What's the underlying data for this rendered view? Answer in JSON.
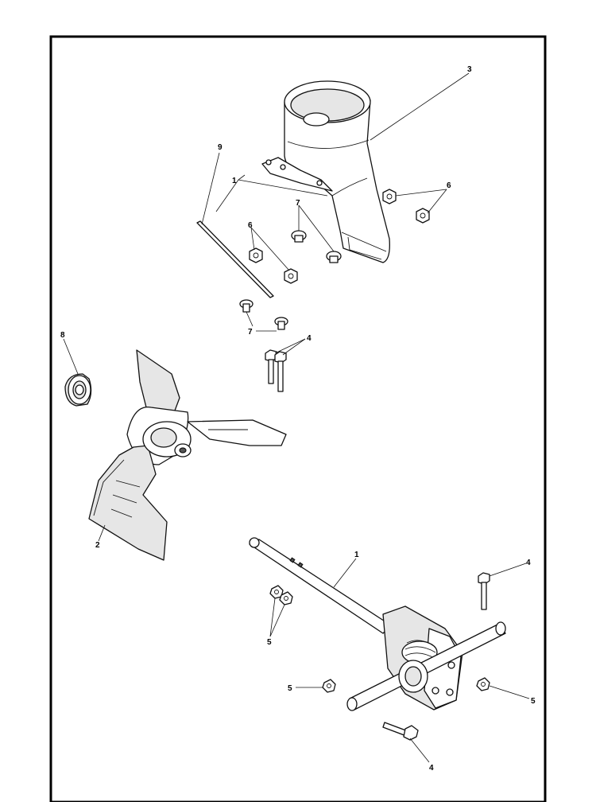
{
  "callouts": {
    "c1_chute": "1",
    "c1_shaft": "1",
    "c2": "2",
    "c3": "3",
    "c4_top": "4",
    "c4_right": "4",
    "c4_bottom": "4",
    "c5_left_pair": "5",
    "c5_left": "5",
    "c5_right": "5",
    "c6_right": "6",
    "c6_left": "6",
    "c7_top": "7",
    "c7_mid": "7",
    "c8": "8",
    "c9": "9"
  }
}
